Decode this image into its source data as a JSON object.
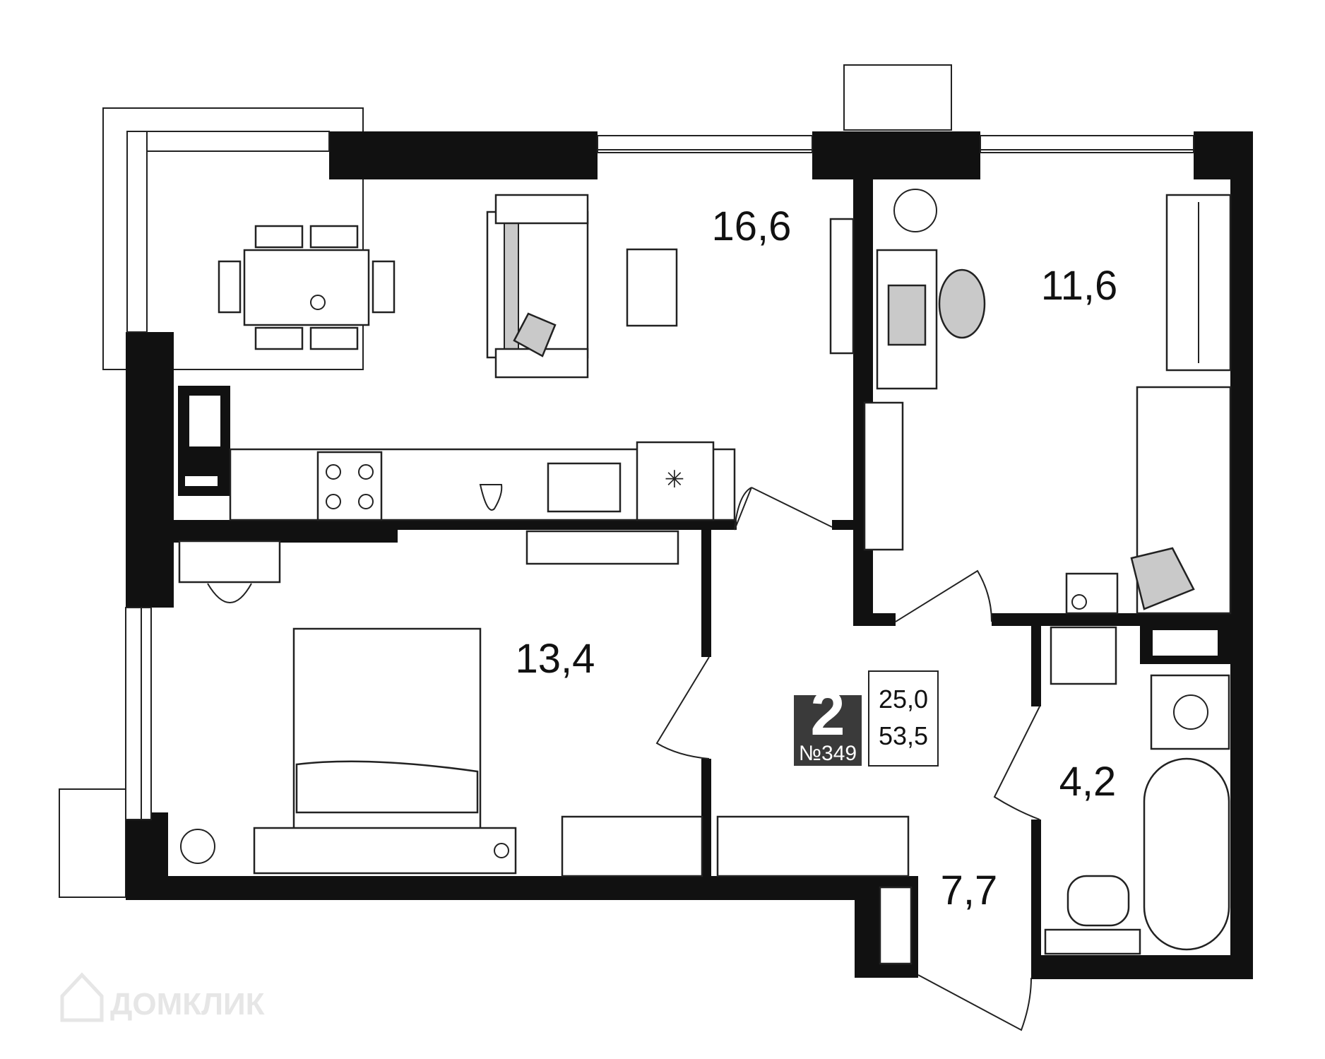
{
  "plan": {
    "rooms": [
      {
        "id": "living",
        "area": "16,6"
      },
      {
        "id": "bedroom2",
        "area": "11,6"
      },
      {
        "id": "bedroom1",
        "area": "13,4"
      },
      {
        "id": "hall",
        "area": "7,7"
      },
      {
        "id": "bath",
        "area": "4,2"
      }
    ],
    "badge": {
      "rooms_count": "2",
      "apartment_number": "№349",
      "living_area": "25,0",
      "total_area": "53,5"
    }
  },
  "watermark": {
    "text": "ДОМКЛИК",
    "icon": "home-icon"
  },
  "colors": {
    "wall": "#111111",
    "badge_bg": "#3a3a3a",
    "furniture_fill": "#c9c9c9"
  }
}
